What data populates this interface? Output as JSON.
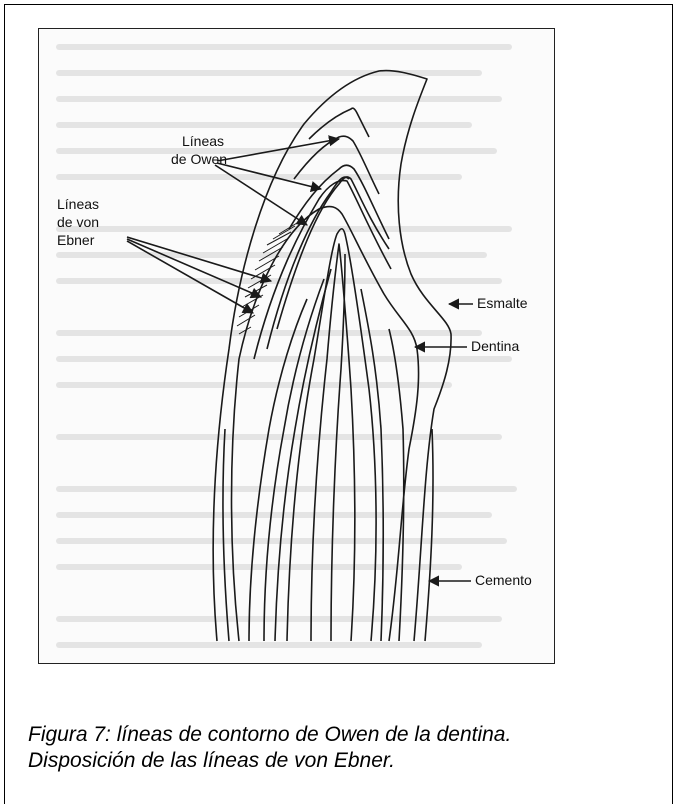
{
  "figure": {
    "labels": {
      "owen_line1": "Líneas",
      "owen_line2": "de Owen",
      "ebner_line1": "Líneas",
      "ebner_line2": "de von",
      "ebner_line3": "Ebner",
      "esmalte": "Esmalte",
      "dentina": "Dentina",
      "cemento": "Cemento"
    }
  },
  "caption": {
    "line1": "Figura 7: líneas de contorno de Owen de la dentina.",
    "line2": "Disposición de las líneas de von Ebner."
  },
  "colors": {
    "line": "#1a1a1a",
    "background_text": "#c9c9c9"
  }
}
